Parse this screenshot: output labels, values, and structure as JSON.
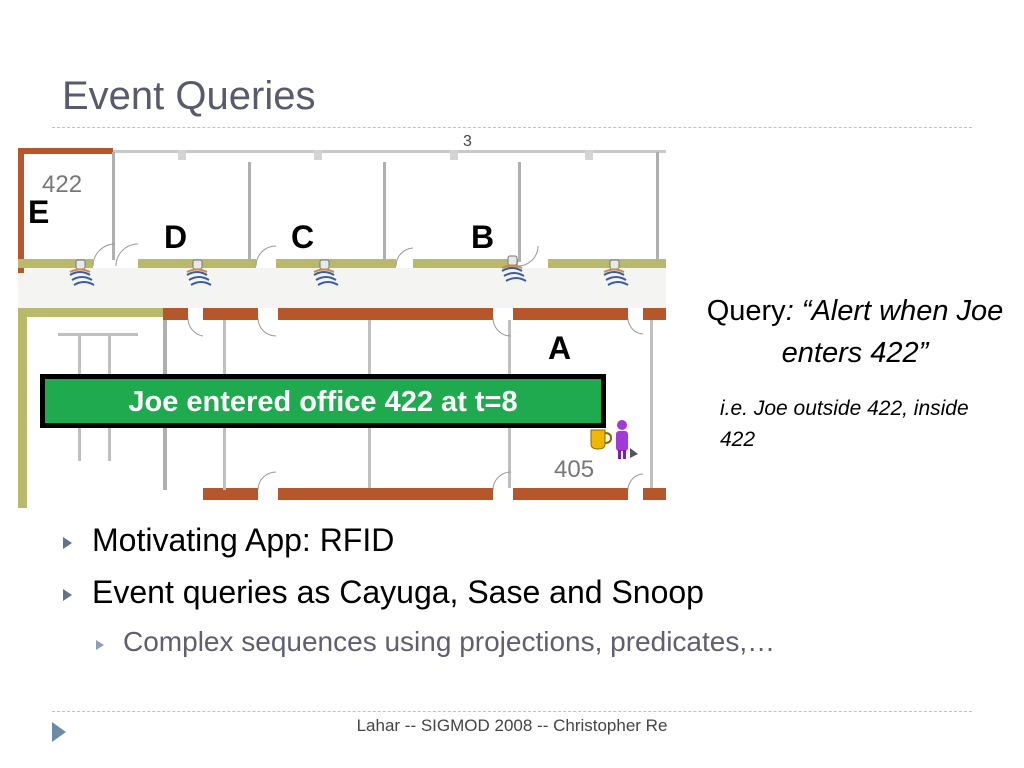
{
  "slide": {
    "title": "Event Queries",
    "slide_number": "3",
    "footer": "Lahar -- SIGMOD 2008 -- Christopher Re"
  },
  "floorplan": {
    "room_labels": {
      "top_left_room": "422",
      "bottom_right_room": "405",
      "letter_e": "E",
      "letter_d": "D",
      "letter_c": "C",
      "letter_b": "B",
      "letter_a": "A"
    },
    "event_banner": "Joe entered office 422 at t=8",
    "colors": {
      "wall_orange": "#b5562b",
      "wall_olive": "#b8b96a",
      "banner_green": "#1faa4f",
      "antenna_blue": "#3a5ba6",
      "person_purple": "#a13ad8",
      "mug_yellow": "#f2b705"
    },
    "icons": [
      "rfid-reader-icon",
      "person-icon",
      "coffee-mug-icon"
    ]
  },
  "query": {
    "label": "Query",
    "text": ": “Alert when Joe enters 422”",
    "note": "i.e. Joe outside 422, inside 422"
  },
  "bullets": [
    {
      "text": "Motivating App: RFID"
    },
    {
      "text": "Event queries as Cayuga, Sase and Snoop"
    },
    {
      "text": "Complex sequences using projections, predicates,…"
    }
  ]
}
